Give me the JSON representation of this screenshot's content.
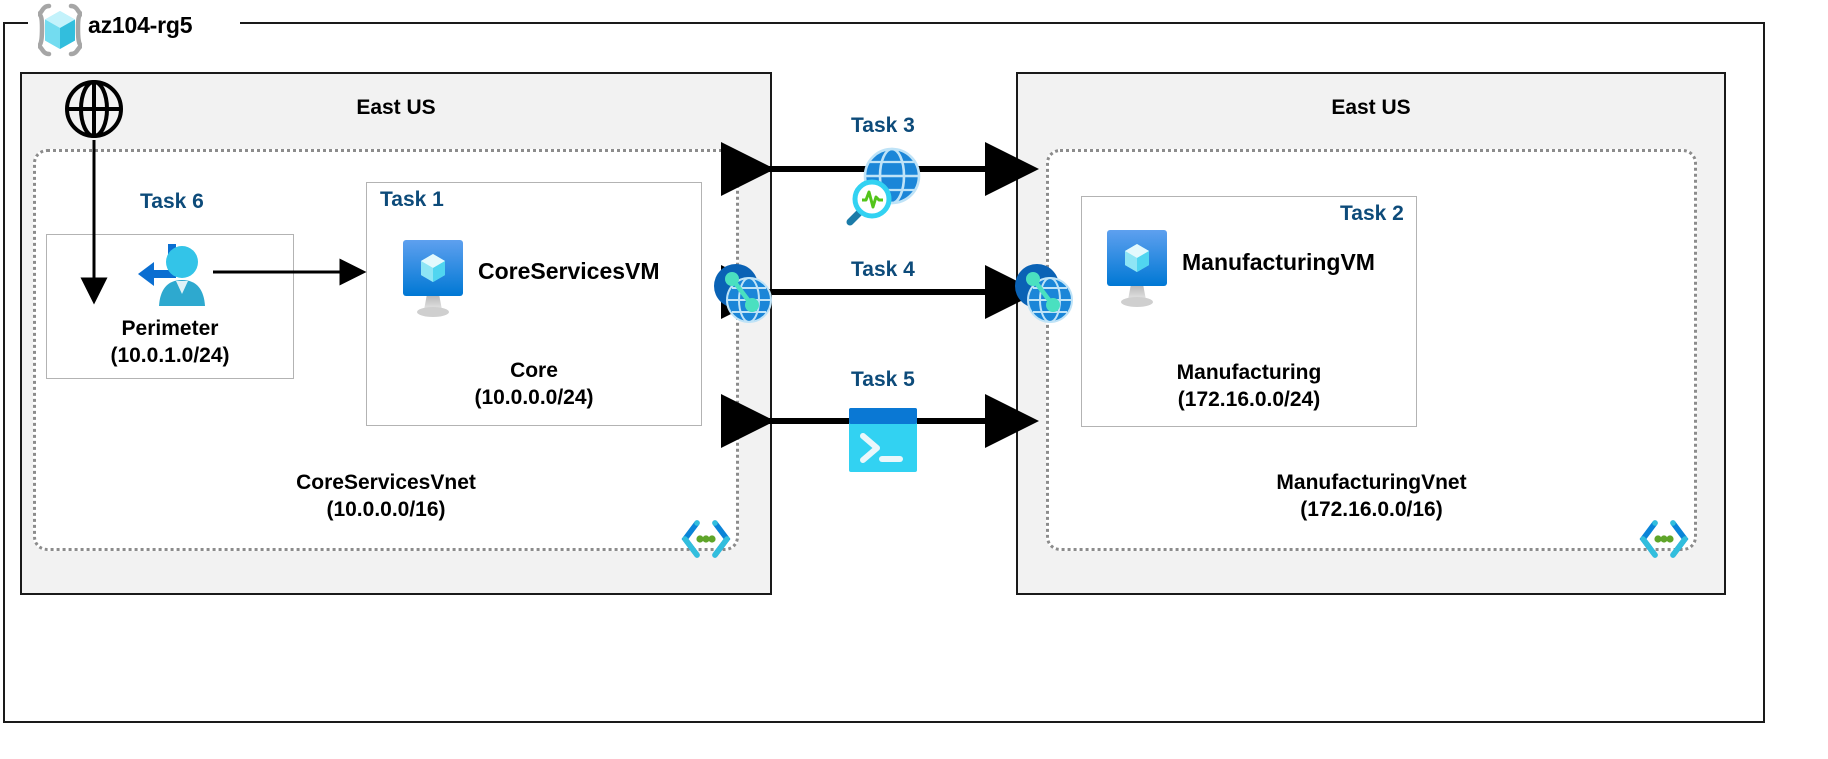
{
  "resource_group": {
    "name": "az104-rg5",
    "icon": "azure-resource-group-icon"
  },
  "regions": [
    {
      "id": "left",
      "title": "East US"
    },
    {
      "id": "right",
      "title": "East US"
    }
  ],
  "vnets": [
    {
      "id": "coreservices",
      "name": "CoreServicesVnet",
      "cidr": "(10.0.0.0/16)",
      "badge_icon": "subnet-code-brackets-icon"
    },
    {
      "id": "manufacturing",
      "name": "ManufacturingVnet",
      "cidr": "(172.16.0.0/16)",
      "badge_icon": "subnet-code-brackets-icon"
    }
  ],
  "subnets": [
    {
      "id": "perimeter",
      "task": "Task 6",
      "name": "Perimeter",
      "cidr": "(10.0.1.0/24)",
      "icon": "user-route-icon"
    },
    {
      "id": "core",
      "task": "Task 1",
      "name": "Core",
      "cidr": "(10.0.0.0/24)",
      "vm_name": "CoreServicesVM",
      "icon": "virtual-machine-icon"
    },
    {
      "id": "manufacturing",
      "task": "Task 2",
      "name": "Manufacturing",
      "cidr": "(172.16.0.0/24)",
      "vm_name": "ManufacturingVM",
      "icon": "virtual-machine-icon"
    }
  ],
  "connections": [
    {
      "id": "task3",
      "label": "Task 3",
      "icon": "network-watcher-icon"
    },
    {
      "id": "task4",
      "label": "Task 4",
      "icon": "vnet-peering-icon"
    },
    {
      "id": "task5",
      "label": "Task 5",
      "icon": "cloud-shell-icon"
    }
  ],
  "internet": {
    "icon": "internet-globe-icon"
  },
  "peering_endpoints": [
    {
      "id": "left-peering",
      "icon": "vnet-peering-icon"
    },
    {
      "id": "right-peering",
      "icon": "vnet-peering-icon"
    }
  ],
  "colors": {
    "azure_blue": "#0078d4",
    "cyan": "#32bedd",
    "task_label": "#0d4b7a",
    "region_fill": "#f2f2f2",
    "border_dark": "#1a1a1a",
    "dotted_gray": "#8c8c8c",
    "subnet_border": "#b3b3b3",
    "green_dot": "#5fa52a"
  }
}
